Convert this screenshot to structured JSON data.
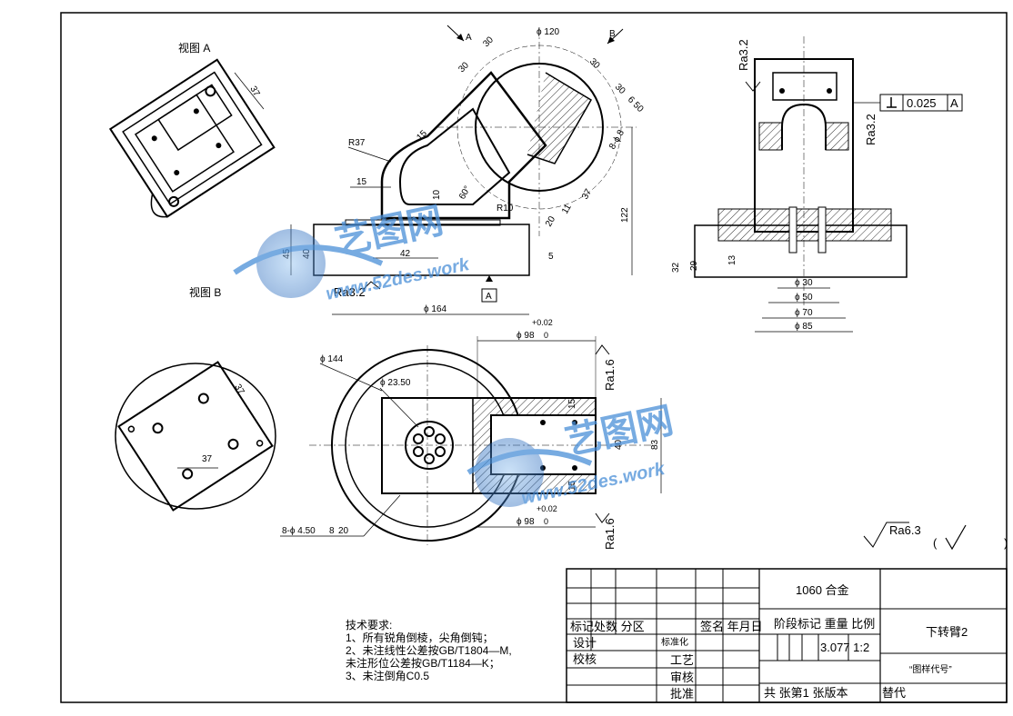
{
  "views": {
    "view_a_label": "视图 A",
    "view_b_label": "视图 B",
    "arrow_a": "A",
    "arrow_b": "B",
    "datum_a": "A"
  },
  "dimensions": {
    "d120": "ϕ 120",
    "d30a": "30",
    "d30b": "30",
    "d30c": "30",
    "d30d": "30",
    "d30e": "30",
    "d6_50": "6 50",
    "d8_phi8": "8-ϕ 8",
    "d37a": "37",
    "d37b": "37",
    "d37c": "37",
    "d37d": "37",
    "d11": "11",
    "d20": "20",
    "d60": "60°",
    "d10": "10",
    "r37": "R37",
    "r10": "R10",
    "d15a": "15",
    "d15b": "15",
    "d45": "45",
    "d40a": "40",
    "d42": "42",
    "d5": "5",
    "d122": "122",
    "d164": "ϕ 164",
    "ra32_left": "Ra3.2",
    "ra32_top": "Ra3.2",
    "ra32_right": "Ra3.2",
    "tol_value": "0.025",
    "tol_datum": "A",
    "d32": "32",
    "d29": "29",
    "d13": "13",
    "phi30": "ϕ 30",
    "phi50": "ϕ 50",
    "phi70": "ϕ 70",
    "phi85": "ϕ 85",
    "phi144": "ϕ 144",
    "phi2350": "ϕ 23.50",
    "phi98_top": "ϕ 98",
    "phi98_top_tol": "+0.02\n0",
    "phi98_tol_up": "+0.02",
    "phi98_tol_lo": "0",
    "phi98_bot": "ϕ 98",
    "phi98b_tol_up": "+0.02",
    "phi98b_tol_lo": "0",
    "ra16_top": "Ra1.6",
    "ra16_bot": "Ra1.6",
    "d15c": "15",
    "d40b": "40",
    "d83": "83",
    "d15d": "15",
    "holes": "8-ϕ 4.50",
    "holes_depth": "8",
    "holes_depth2": "20",
    "ra63": "Ra6.3",
    "paren_open": "(",
    "paren_close": ")"
  },
  "tech_notes": {
    "title": "技术要求:",
    "line1": "1、所有锐角倒棱，尖角倒钝；",
    "line2": "2、未注线性公差按GB/T1804—M,",
    "line3": "未注形位公差按GB/T1184—K；",
    "line4": "3、未注倒角C0.5"
  },
  "title_block": {
    "material": "1060 合金",
    "part_name": "下转臂2",
    "drawing_no": "“图样代号”",
    "row_headers": "标记处数 分区",
    "sign_date": "签名 年月日",
    "stage_weight_scale": "阶段标记 重量 比例",
    "design": "设计",
    "standard": "标准化",
    "check": "校核",
    "process": "工艺",
    "review": "审核",
    "approve": "批准",
    "weight_scale_values": "3.077 1:2",
    "sheets": "共 张第1 张版本",
    "replace": "替代"
  },
  "watermark": {
    "text1": "艺图网",
    "text2": "www.52des.work"
  },
  "colors": {
    "line": "#000000",
    "watermark": "#4a8fd8"
  }
}
